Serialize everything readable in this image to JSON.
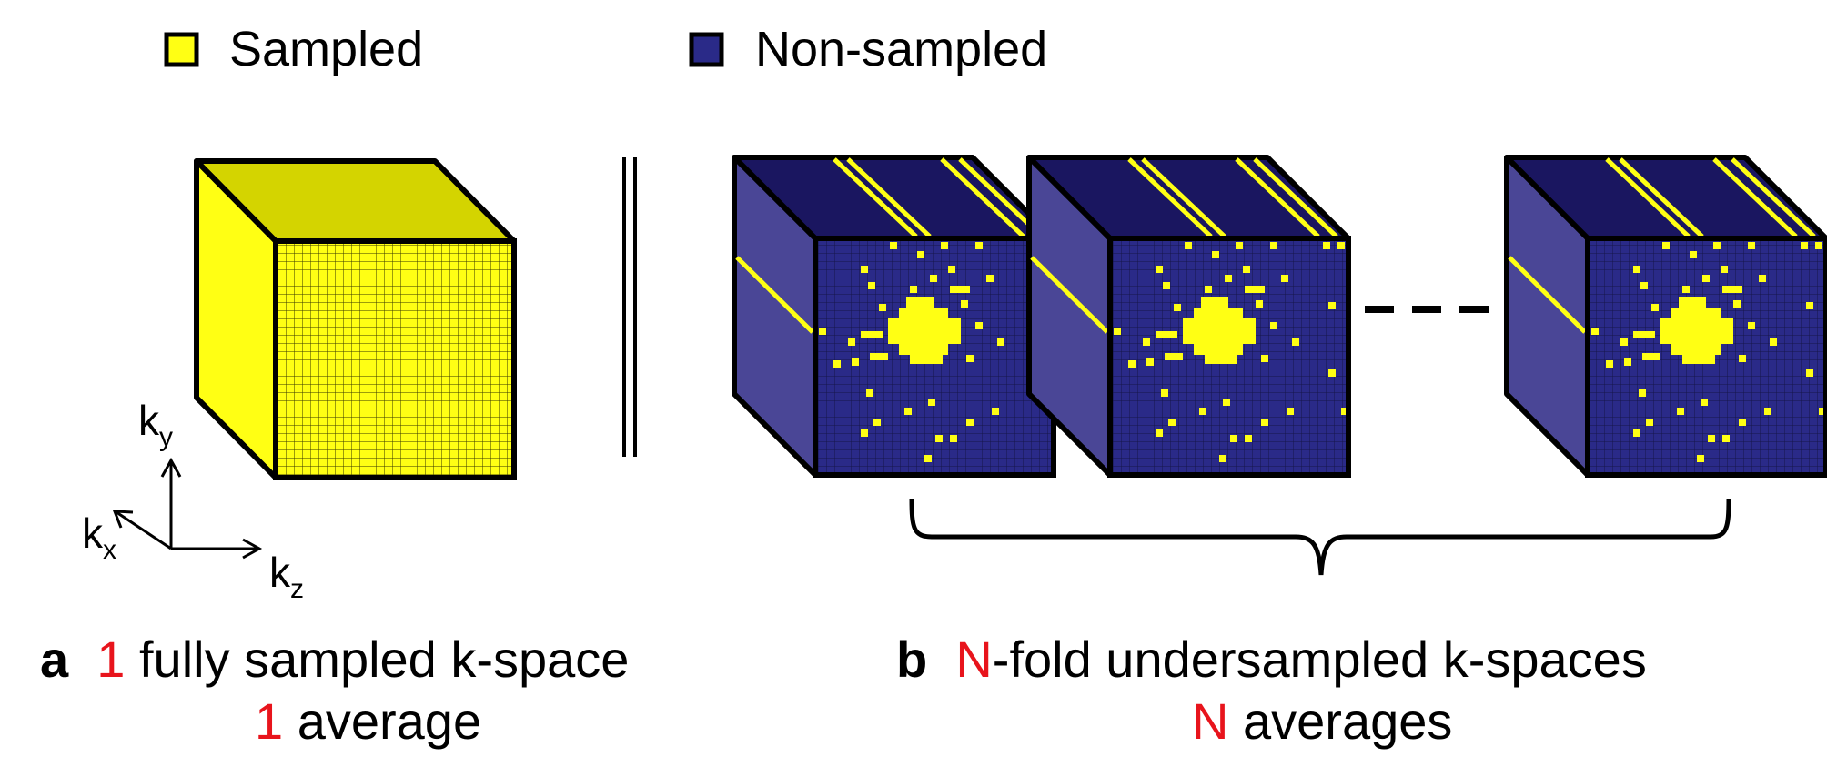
{
  "legend": {
    "sampled_label": "Sampled",
    "nonsampled_label": "Non-sampled"
  },
  "axes": {
    "ky": "k",
    "ky_sub": "y",
    "kx": "k",
    "kx_sub": "x",
    "kz": "k",
    "kz_sub": "z"
  },
  "panel_a": {
    "label": "a",
    "line1_num": "1",
    "line1_text": "fully sampled  k-space",
    "line2_num": "1",
    "line2_text": "average"
  },
  "panel_b": {
    "label": "b",
    "line1_num": "N",
    "line1_text": "-fold undersampled  k-spaces",
    "line2_num": "N",
    "line2_text": "averages"
  },
  "colors": {
    "sampled": "#ffff14",
    "sampled_top": "#d4d400",
    "nonsampled_front": "#2a2a88",
    "nonsampled_top": "#1a1660",
    "nonsampled_side": "#4a4696",
    "highlight": "#e8141c"
  }
}
